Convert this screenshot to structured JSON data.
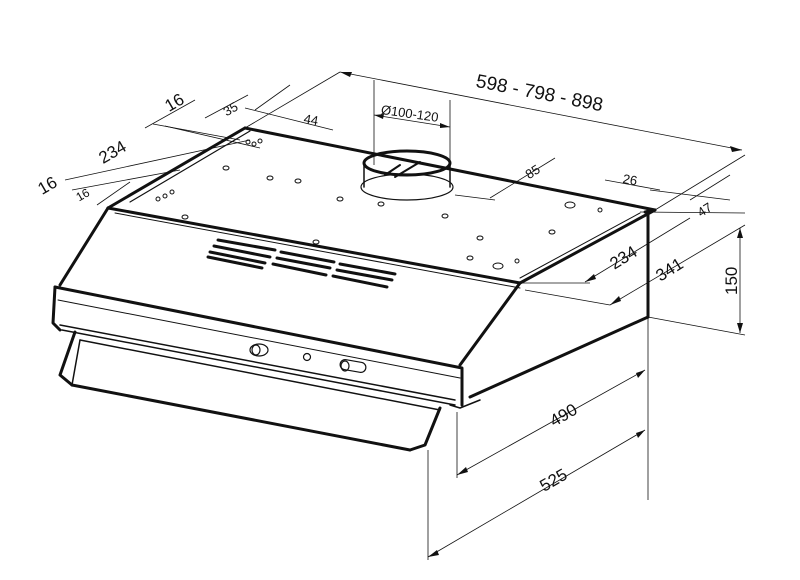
{
  "diagram": {
    "subject": "Under-cabinet range hood dimension drawing",
    "units": "mm",
    "stroke_color": "#111111",
    "background": "#ffffff"
  },
  "dimensions": {
    "width": "598 - 798 - 898",
    "duct_diameter": "Ø100-120",
    "left_16_top": "16",
    "left_234": "234",
    "left_16_outer": "16",
    "left_16_inner": "16",
    "top_35": "35",
    "top_44": "44",
    "duct_offset_85": "85",
    "right_26": "26",
    "right_47": "47",
    "right_234": "234",
    "right_341": "341",
    "height_150": "150",
    "depth_490": "490",
    "depth_525": "525"
  }
}
